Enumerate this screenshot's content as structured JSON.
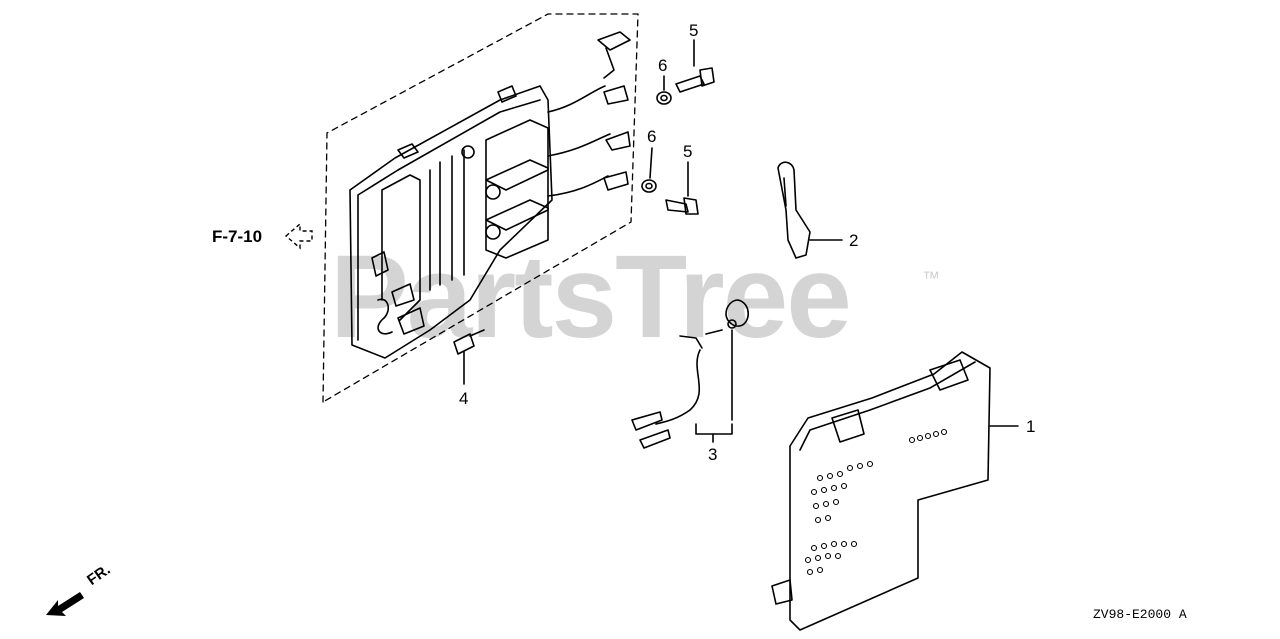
{
  "watermark": {
    "text": "PartsTree",
    "tm": "™"
  },
  "reference": {
    "text": "F-7-10"
  },
  "drawing_code": "ZV98-E2000 A",
  "direction": {
    "text": "FR."
  },
  "callouts": [
    {
      "id": "1",
      "part": "cover"
    },
    {
      "id": "2",
      "part": "clip"
    },
    {
      "id": "3",
      "part": "wire-harness"
    },
    {
      "id": "4",
      "part": "bolt"
    },
    {
      "id": "5",
      "part": "bolt"
    },
    {
      "id": "5",
      "part": "bolt"
    },
    {
      "id": "6",
      "part": "washer"
    },
    {
      "id": "6",
      "part": "washer"
    }
  ]
}
